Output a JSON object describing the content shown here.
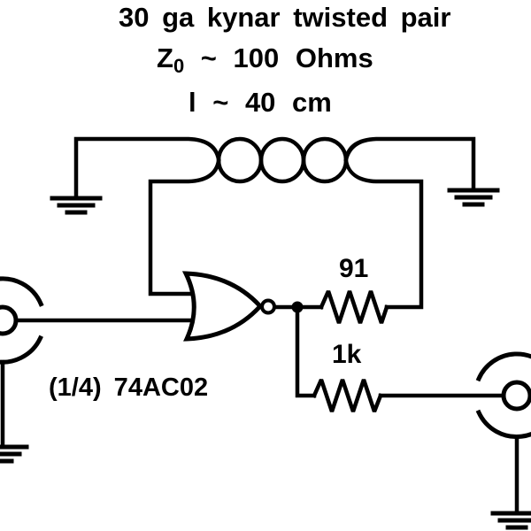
{
  "colors": {
    "ink": "#000000",
    "background": "#ffffff"
  },
  "annotations": {
    "title_line1": "30 ga kynar twisted pair",
    "impedance_prefix": "Z",
    "impedance_sub": "0",
    "impedance_rest": " ~ 100 Ohms",
    "length_line": "l ~ 40 cm",
    "gate_label": "(1/4) 74AC02",
    "resistor_feedback_value": "91",
    "resistor_output_value": "1k"
  },
  "components": {
    "transmission_line": "twisted-pair (3 twists) between two grounded shields",
    "gate": "2-input NOR gate, (1/4) 74AC02",
    "feedback_resistor": "91 Ohms",
    "output_resistor": "1k Ohms",
    "left_connector": "BNC coax connector (input)",
    "right_connector": "BNC coax connector (output)",
    "ground_symbols": 4
  }
}
